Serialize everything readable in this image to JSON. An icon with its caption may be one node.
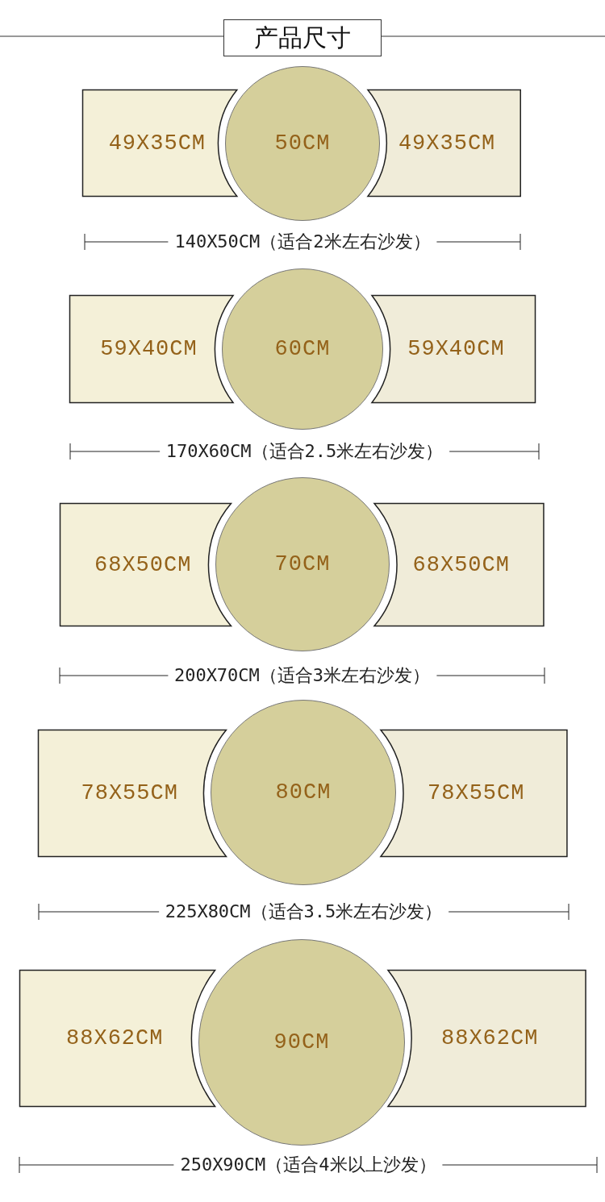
{
  "diagram": {
    "title": "产品尺寸",
    "nodes": [
      {
        "text": [
          "49X35CM"
        ]
      },
      {
        "text": [
          "50CM"
        ]
      },
      {
        "text": [
          "49X35CM"
        ]
      },
      {
        "text": [
          "59X40CM"
        ]
      },
      {
        "text": [
          "60CM"
        ]
      },
      {
        "text": [
          "59X40CM"
        ]
      },
      {
        "text": [
          "68X50CM"
        ]
      },
      {
        "text": [
          "70CM"
        ]
      },
      {
        "text": [
          "68X50CM"
        ]
      },
      {
        "text": [
          "78X55CM"
        ]
      },
      {
        "text": [
          "80CM"
        ]
      },
      {
        "text": [
          "78X55CM"
        ]
      },
      {
        "text": [
          "88X62CM"
        ]
      },
      {
        "text": [
          "90CM"
        ]
      },
      {
        "text": [
          "88X62CM"
        ]
      }
    ],
    "labels": [
      "140X50CM（适合2米左右沙发）",
      "170X60CM（适合2.5米左右沙发）",
      "200X70CM（适合3米左右沙发）",
      "225X80CM（适合3.5米左右沙发）",
      "250X90CM（适合4米以上沙发）"
    ]
  }
}
